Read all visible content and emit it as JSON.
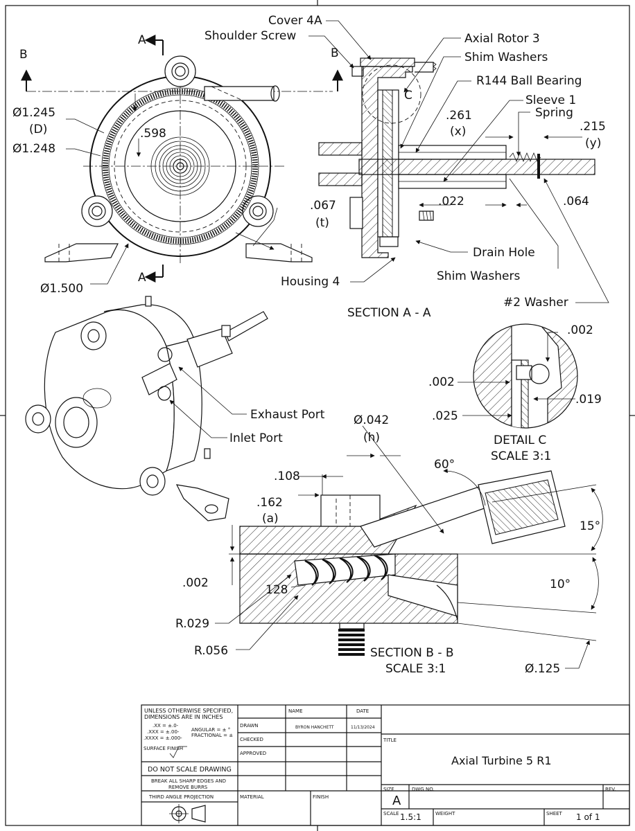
{
  "callouts": {
    "cover": "Cover 4A",
    "shoulder_screw": "Shoulder Screw",
    "axial_rotor": "Axial Rotor 3",
    "shim_washers_top": "Shim Washers",
    "ball_bearing": "R144 Ball Bearing",
    "sleeve": "Sleeve 1",
    "spring": "Spring",
    "drain_hole": "Drain Hole",
    "housing": "Housing 4",
    "shim_washers_bottom": "Shim Washers",
    "washer": "#2 Washer",
    "exhaust_port": "Exhaust Port",
    "inlet_port": "Inlet Port"
  },
  "section_markers": {
    "a_top": "A",
    "a_bottom": "A",
    "b_left": "B",
    "b_right": "B",
    "c": "C"
  },
  "dimensions": {
    "d1245": "Ø1.245",
    "d1245_sym": "(D)",
    "d1248": "Ø1.248",
    "d598": ".598",
    "d1500": "Ø1.500",
    "d067": ".067",
    "d067_sym": "(t)",
    "d261": ".261",
    "d261_sym": "(x)",
    "d215": ".215",
    "d215_sym": "(y)",
    "d022": ".022",
    "d064": ".064",
    "det_002a": ".002",
    "det_002b": ".002",
    "det_019": ".019",
    "det_025": ".025",
    "d042": "Ø.042",
    "d042_sym": "(h)",
    "a60": "60°",
    "d108": ".108",
    "d162": ".162",
    "d162_sym": "(a)",
    "a15": "15°",
    "d002": ".002",
    "a10": "10°",
    "d128": "128",
    "r029": "R.029",
    "r056": "R.056",
    "d125": "Ø.125"
  },
  "views": {
    "section_aa": "SECTION A - A",
    "detail_c": "DETAIL C",
    "detail_c_scale": "SCALE 3:1",
    "section_bb": "SECTION B - B",
    "section_bb_scale": "SCALE 3:1"
  },
  "title_block": {
    "notes_line1": "UNLESS OTHERWISE SPECIFIED,",
    "notes_line2": "DIMENSIONS ARE IN INCHES",
    "tol_xx": ".XX = ±.0-",
    "tol_xxx": ".XXX = ±.00-",
    "tol_xxxx": ".XXXX = ±.000-",
    "angular": "ANGULAR = ± °",
    "fractional": "FRACTIONAL = ±",
    "surface_finish": "SURFACE FINISH",
    "do_not_scale": "DO NOT SCALE DRAWING",
    "break_edges_1": "BREAK ALL SHARP EDGES AND",
    "break_edges_2": "REMOVE BURRS",
    "projection": "THIRD ANGLE PROJECTION",
    "name_header": "NAME",
    "date_header": "DATE",
    "drawn_label": "DRAWN",
    "drawn_name": "BYRON HANCHETT",
    "drawn_date": "11/13/2024",
    "checked_label": "CHECKED",
    "approved_label": "APPROVED",
    "material_label": "MATERIAL",
    "finish_label": "FINISH",
    "title_label": "TITLE",
    "title": "Axial Turbine 5 R1",
    "size_label": "SIZE",
    "size": "A",
    "dwg_no_label": "DWG NO.",
    "rev_label": "REV.",
    "scale_label": "SCALE",
    "scale": "1.5:1",
    "weight_label": "WEIGHT",
    "sheet_label": "SHEET",
    "sheet": "1 of 1"
  }
}
